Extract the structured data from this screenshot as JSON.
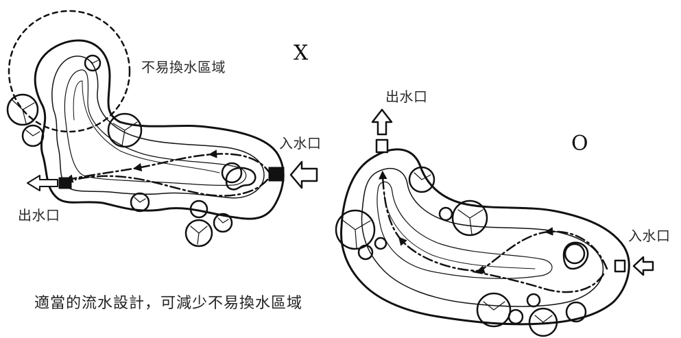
{
  "left_pond": {
    "mark": "X",
    "dead_zone_label": "不易換水區域",
    "inlet_label": "入水口",
    "outlet_label": "出水口"
  },
  "right_pond": {
    "mark": "O",
    "inlet_label": "入水口",
    "outlet_label": "出水口"
  },
  "caption": "適當的流水設計，可減少不易換水區域"
}
